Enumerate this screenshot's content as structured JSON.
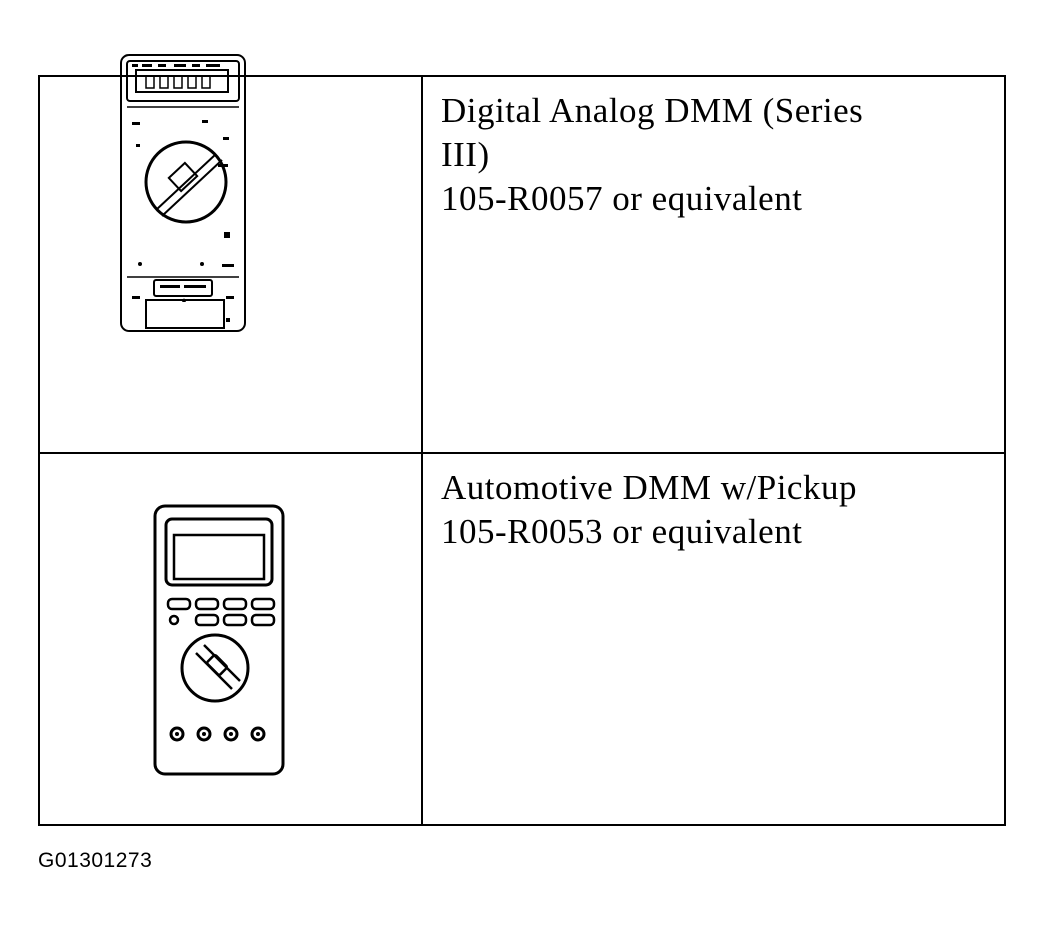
{
  "tools": [
    {
      "name_line1": "Digital Analog DMM (Series",
      "name_line2": "III)",
      "part": "105-R0057 or equivalent",
      "icon": "digital-analog-multimeter-icon"
    },
    {
      "name_line1": "Automotive DMM w/Pickup",
      "part": "105-R0053 or equivalent",
      "icon": "automotive-multimeter-icon"
    }
  ],
  "figure_code": "G01301273"
}
